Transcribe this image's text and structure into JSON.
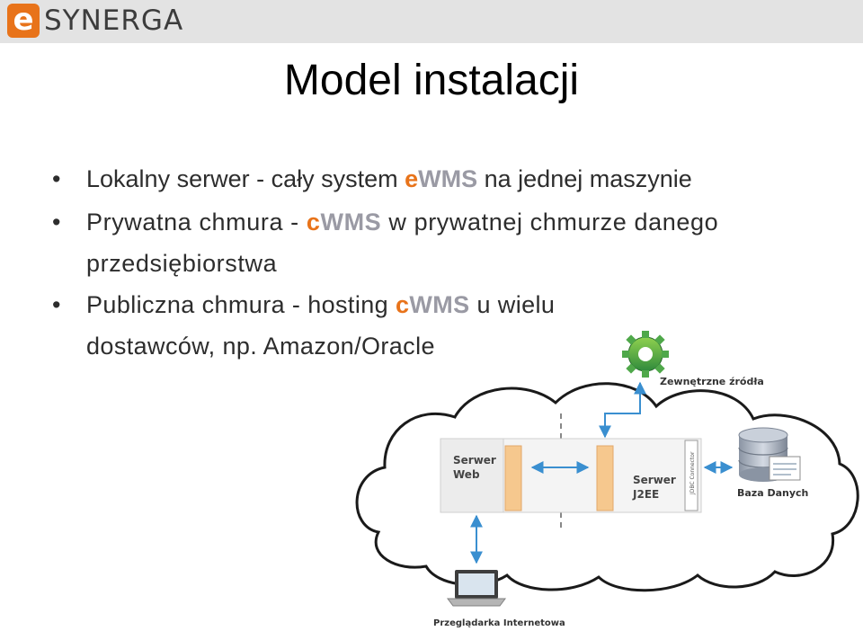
{
  "header": {
    "logo_letter": "e",
    "logo_text": "SYNERGA",
    "colors": {
      "bar": "#e3e3e3",
      "accent": "#e8731a",
      "logo_text": "#3c3c3c"
    }
  },
  "title": "Model instalacji",
  "bullets": [
    {
      "before": "Lokalny serwer - cały system ",
      "prefix": "e",
      "product": "WMS",
      "after": " na jednej maszynie"
    },
    {
      "before": "Prywatna chmura - ",
      "prefix": "c",
      "product": "WMS",
      "after": " w prywatnej chmurze danego przedsiębiorstwa"
    },
    {
      "before": "Publiczna chmura - hosting ",
      "prefix": "c",
      "product": "WMS",
      "after": " u wielu dostawców, np. Amazon/Oracle"
    }
  ],
  "brand_colors": {
    "prefix": "#e8731a",
    "product": "#9a9aa4"
  },
  "diagram": {
    "external_sources": "Zewnętrzne źródła",
    "web_server_line1": "Serwer",
    "web_server_line2": "Web",
    "app_server_line1": "Serwer",
    "app_server_line2": "J2EE",
    "connector": "JDBC Connector",
    "database": "Baza Danych",
    "browser": "Przeglądarka Internetowa",
    "icons": [
      "gear-icon",
      "database-icon",
      "laptop-icon"
    ]
  }
}
